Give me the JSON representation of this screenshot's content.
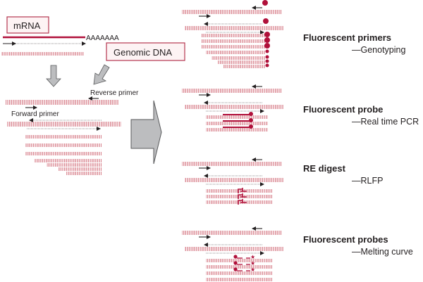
{
  "colors": {
    "dna_strand": "#d9848f",
    "mrna": "#b0103a",
    "label_box_border": "#b5364f",
    "label_box_fill": "#fdf3f4",
    "arrow_gray": "#bcbdbf",
    "arrow_stroke": "#58595b",
    "primer": "#231f20",
    "fluor": "#b0103a"
  },
  "left": {
    "mrna_label": "mRNA",
    "poly_a": "AAAAAAA",
    "genomic_label": "Genomic DNA",
    "reverse_primer_label": "Reverse primer",
    "forward_primer_label": "Forward primer"
  },
  "panels": [
    {
      "title": "Fluorescent primers",
      "subtitle": "—Genotyping",
      "marker": "fluorescent-primer"
    },
    {
      "title": "Fluorescent probe",
      "subtitle": "—Real time PCR",
      "marker": "hydrolysis-probe"
    },
    {
      "title": "RE digest",
      "subtitle": "—RLFP",
      "marker": "restriction-site"
    },
    {
      "title": "Fluorescent probes",
      "subtitle": "—Melting curve",
      "marker": "hybridization-probes"
    }
  ]
}
